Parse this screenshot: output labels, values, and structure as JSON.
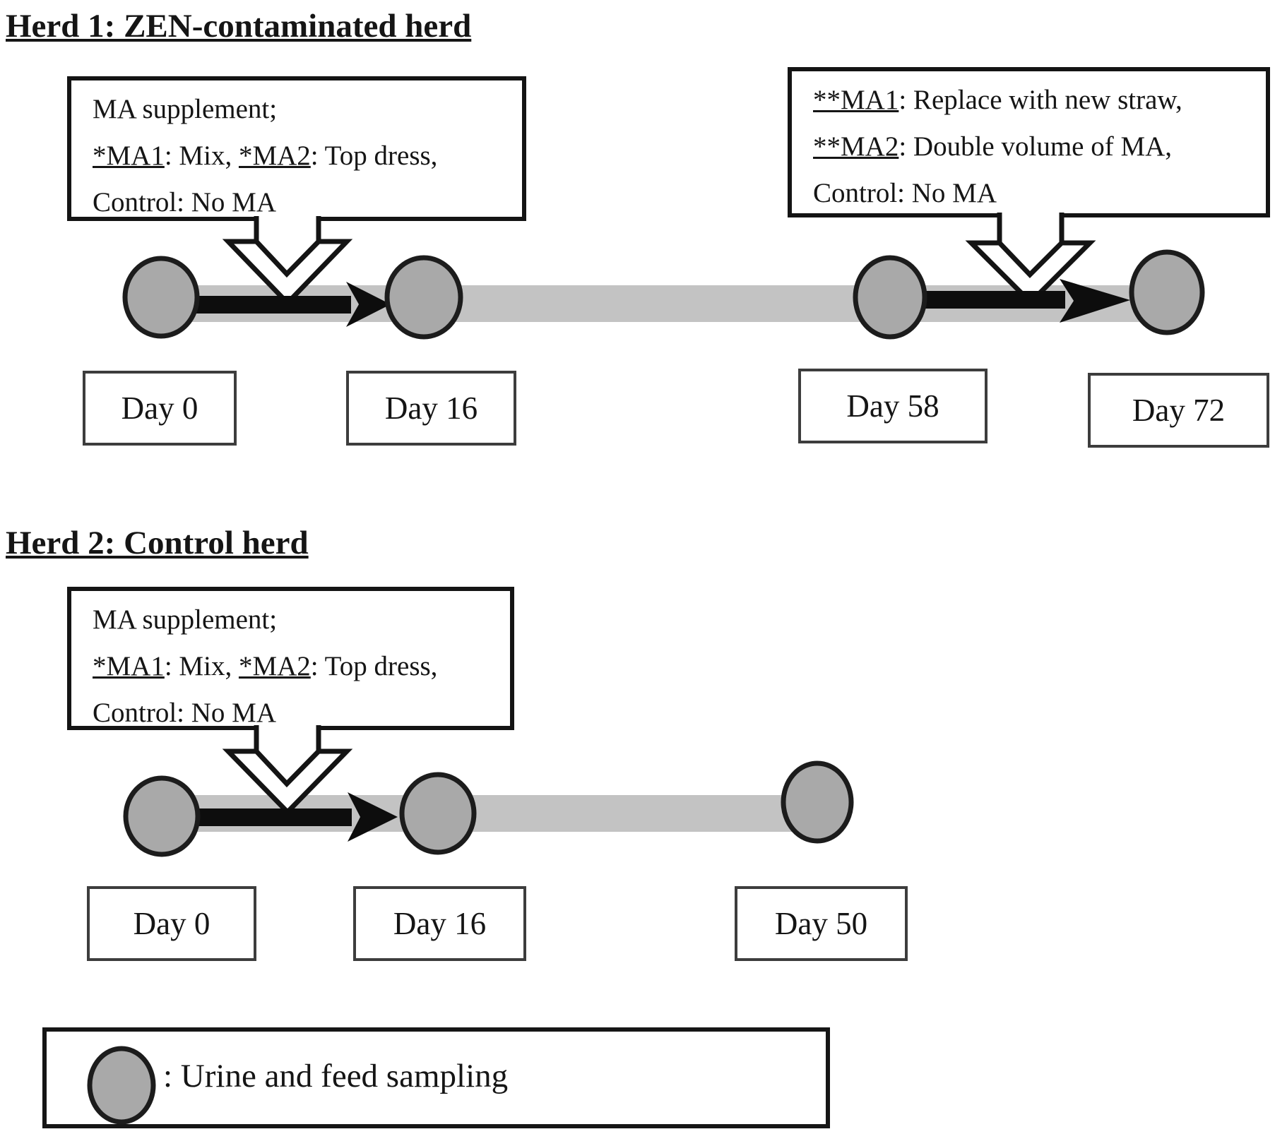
{
  "colors": {
    "band": "#c3c3c3",
    "circle_fill": "#a9a9a9",
    "black": "#0d0d0d"
  },
  "herd1": {
    "title": "Herd 1: ZEN-contaminated herd",
    "callout_left": {
      "lines": [
        [
          {
            "t": "MA supplement;",
            "u": false
          }
        ],
        [
          {
            "t": "*MA1",
            "u": true
          },
          {
            "t": ": Mix, ",
            "u": false
          },
          {
            "t": "*MA2",
            "u": true
          },
          {
            "t": ": Top dress,",
            "u": false
          }
        ],
        [
          {
            "t": "Control: No MA",
            "u": false
          }
        ]
      ]
    },
    "callout_right": {
      "lines": [
        [
          {
            "t": "**MA1",
            "u": true
          },
          {
            "t": ": Replace with new straw,",
            "u": false
          }
        ],
        [
          {
            "t": "**MA2",
            "u": true
          },
          {
            "t": ": Double volume of MA,",
            "u": false
          }
        ],
        [
          {
            "t": "Control: No MA",
            "u": false
          }
        ]
      ]
    },
    "days": [
      "Day 0",
      "Day 16",
      "Day 58",
      "Day 72"
    ]
  },
  "herd2": {
    "title": "Herd 2: Control herd",
    "callout": {
      "lines": [
        [
          {
            "t": "MA supplement;",
            "u": false
          }
        ],
        [
          {
            "t": "*MA1",
            "u": true
          },
          {
            "t": ": Mix, ",
            "u": false
          },
          {
            "t": "*MA2",
            "u": true
          },
          {
            "t": ": Top dress,",
            "u": false
          }
        ],
        [
          {
            "t": "Control: No MA",
            "u": false
          }
        ]
      ]
    },
    "days": [
      "Day 0",
      "Day 16",
      "Day 50"
    ]
  },
  "legend": {
    "icon": "gray-circle",
    "label": ": Urine and feed sampling"
  }
}
